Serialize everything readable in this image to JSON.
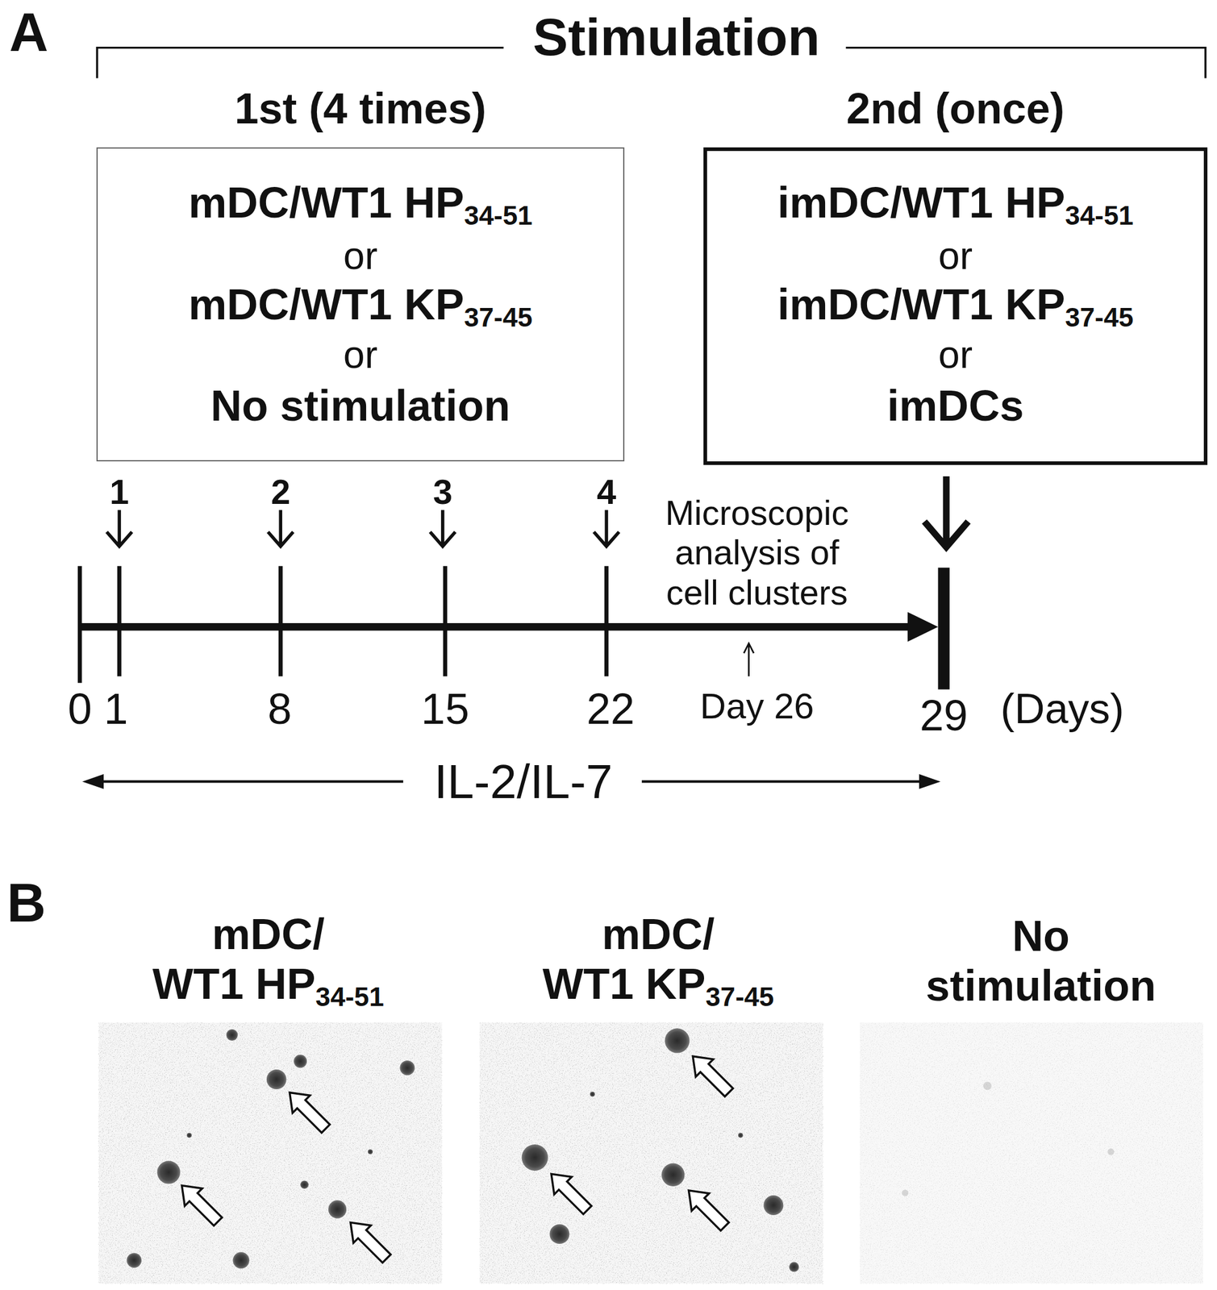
{
  "diagram": {
    "nodes": [
      {
        "text": [
          "1st (4 times)",
          "mDC/WT1 HP34-51",
          "or",
          "mDC/WT1 KP37-45",
          "or",
          "No stimulation"
        ]
      },
      {
        "text": [
          "2nd (once)",
          "imDC/WT1 HP34-51",
          "or",
          "imDC/WT1 KP37-45",
          "or",
          "imDCs"
        ]
      }
    ],
    "labels": [
      "A",
      "Stimulation",
      "1",
      "2",
      "3",
      "4",
      "Microscopic analysis of cell clusters",
      "Day 26",
      "0",
      "1",
      "8",
      "15",
      "22",
      "29",
      "(Days)",
      "IL-2/IL-7",
      "B",
      "mDC/ WT1 HP34-51",
      "mDC/ WT1 KP37-45",
      "No stimulation"
    ]
  }
}
